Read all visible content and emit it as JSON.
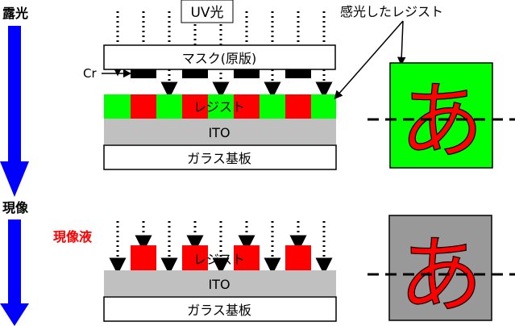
{
  "labels": {
    "exposure": "露光",
    "development": "現像",
    "uv_light": "UV光",
    "exposed_resist": "感光したレジスト",
    "mask": "マスク(原版)",
    "cr": "Cr",
    "resist": "レジスト",
    "ito": "ITO",
    "glass": "ガラス基板",
    "developer": "現像液",
    "glyph": "あ"
  },
  "colors": {
    "arrow_blue": "#0000ff",
    "resist_green": "#00ff00",
    "resist_red": "#ff0000",
    "ito_gray": "#c0c0c0",
    "developed_gray": "#999999",
    "developer_text": "#ff0000",
    "black": "#000000"
  }
}
